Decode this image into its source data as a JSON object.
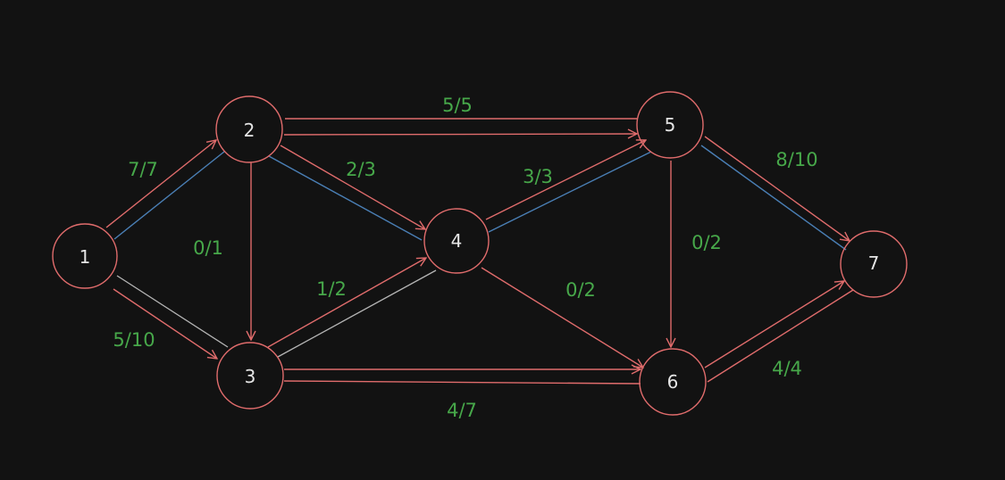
{
  "colors": {
    "background": "#121212",
    "node_stroke": "#e06c6c",
    "node_text": "#e5e5e5",
    "edge_label": "#47a84a",
    "flow_edge": "#e06c6c",
    "residual_blue": "#4a7fb5",
    "residual_gray": "#b5b5b5"
  },
  "nodes": [
    {
      "id": "1",
      "label": "1"
    },
    {
      "id": "2",
      "label": "2"
    },
    {
      "id": "3",
      "label": "3"
    },
    {
      "id": "4",
      "label": "4"
    },
    {
      "id": "5",
      "label": "5"
    },
    {
      "id": "6",
      "label": "6"
    },
    {
      "id": "7",
      "label": "7"
    }
  ],
  "edges": [
    {
      "from": "1",
      "to": "2",
      "label": "7/7"
    },
    {
      "from": "1",
      "to": "3",
      "label": "5/10"
    },
    {
      "from": "2",
      "to": "3",
      "label": "0/1"
    },
    {
      "from": "2",
      "to": "4",
      "label": "2/3"
    },
    {
      "from": "2",
      "to": "5",
      "label": "5/5"
    },
    {
      "from": "3",
      "to": "4",
      "label": "1/2"
    },
    {
      "from": "3",
      "to": "6",
      "label": "4/7"
    },
    {
      "from": "4",
      "to": "5",
      "label": "3/3"
    },
    {
      "from": "4",
      "to": "6",
      "label": "0/2"
    },
    {
      "from": "5",
      "to": "6",
      "label": "0/2"
    },
    {
      "from": "5",
      "to": "7",
      "label": "8/10"
    },
    {
      "from": "6",
      "to": "7",
      "label": "4/4"
    }
  ]
}
